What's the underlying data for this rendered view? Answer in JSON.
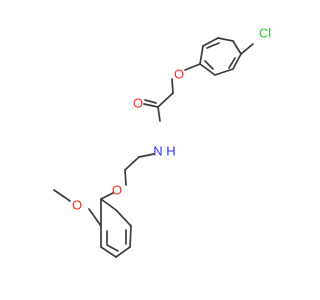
{
  "atoms": {
    "cl": "Cl",
    "o_ether_top": "O",
    "o_carbonyl": "O",
    "nh": "N",
    "nh_h": "H",
    "o_ether_bottom": "O",
    "o_methoxy": "O"
  },
  "colors": {
    "bond": "#3a3a3a",
    "oxygen": "#ff2a1a",
    "nitrogen": "#2a2aff",
    "chlorine": "#28c828",
    "background": "#ffffff"
  }
}
